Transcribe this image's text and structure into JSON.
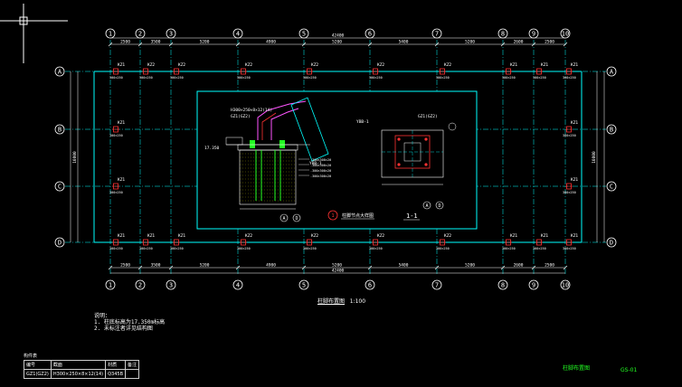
{
  "drawing": {
    "grid_numbers": [
      "1",
      "2",
      "3",
      "4",
      "5",
      "6",
      "7",
      "8",
      "9",
      "10"
    ],
    "grid_letters": [
      "A",
      "B",
      "C",
      "D"
    ],
    "overall_dim": "42400",
    "bay_dims": [
      "2500",
      "3500",
      "5200",
      "4900",
      "5200",
      "5400",
      "5200",
      "2600",
      "2500"
    ],
    "side_dim": "10800",
    "column_labels_top": [
      "KZ1",
      "KZ2",
      "KZ2",
      "KZ2",
      "KZ2",
      "KZ2",
      "KZ2",
      "KZ1",
      "KZ1"
    ],
    "column_labels_bottom": [
      "KZ1",
      "KZ1",
      "KZ1",
      "KZ2",
      "KZ2",
      "KZ2",
      "KZ2",
      "KZ1",
      "KZ1"
    ],
    "detail_labels": {
      "label_h": "H300×250×8×12(14)",
      "label_gz": "GZ1(GZ2)",
      "label_elev": "17.350",
      "label_ybb": "YBB-1",
      "label_section": "1-1",
      "label_note_circle": "1",
      "label_detail_title": "柱脚节点大样图",
      "label_a": "A",
      "label_d": "D"
    },
    "plan_title": "柱脚布置图",
    "plan_scale": "1:100"
  },
  "notes": {
    "heading": "说明：",
    "line1": "1. 柱底标高为17.350m标高",
    "line2": "2. 未标注者详见结构图"
  },
  "schedule": {
    "title": "构件表",
    "headers": [
      "编号",
      "截面",
      "材质",
      "备注"
    ],
    "row": [
      "GZ1(GZ2)",
      "H300×250×8×12(14)",
      "Q345B",
      ""
    ]
  },
  "sheet_label": "柱脚布置图",
  "status_tag": "GS-01",
  "colors": {
    "background": "#000000",
    "grid": "#00ffff",
    "frame": "#00ffff",
    "column": "#ffffff",
    "red": "#ff3333",
    "green": "#22ff22",
    "yellow": "#ffff00",
    "magenta": "#ff55ff"
  },
  "icons": {
    "cursor": "crosshair-cursor-icon"
  }
}
